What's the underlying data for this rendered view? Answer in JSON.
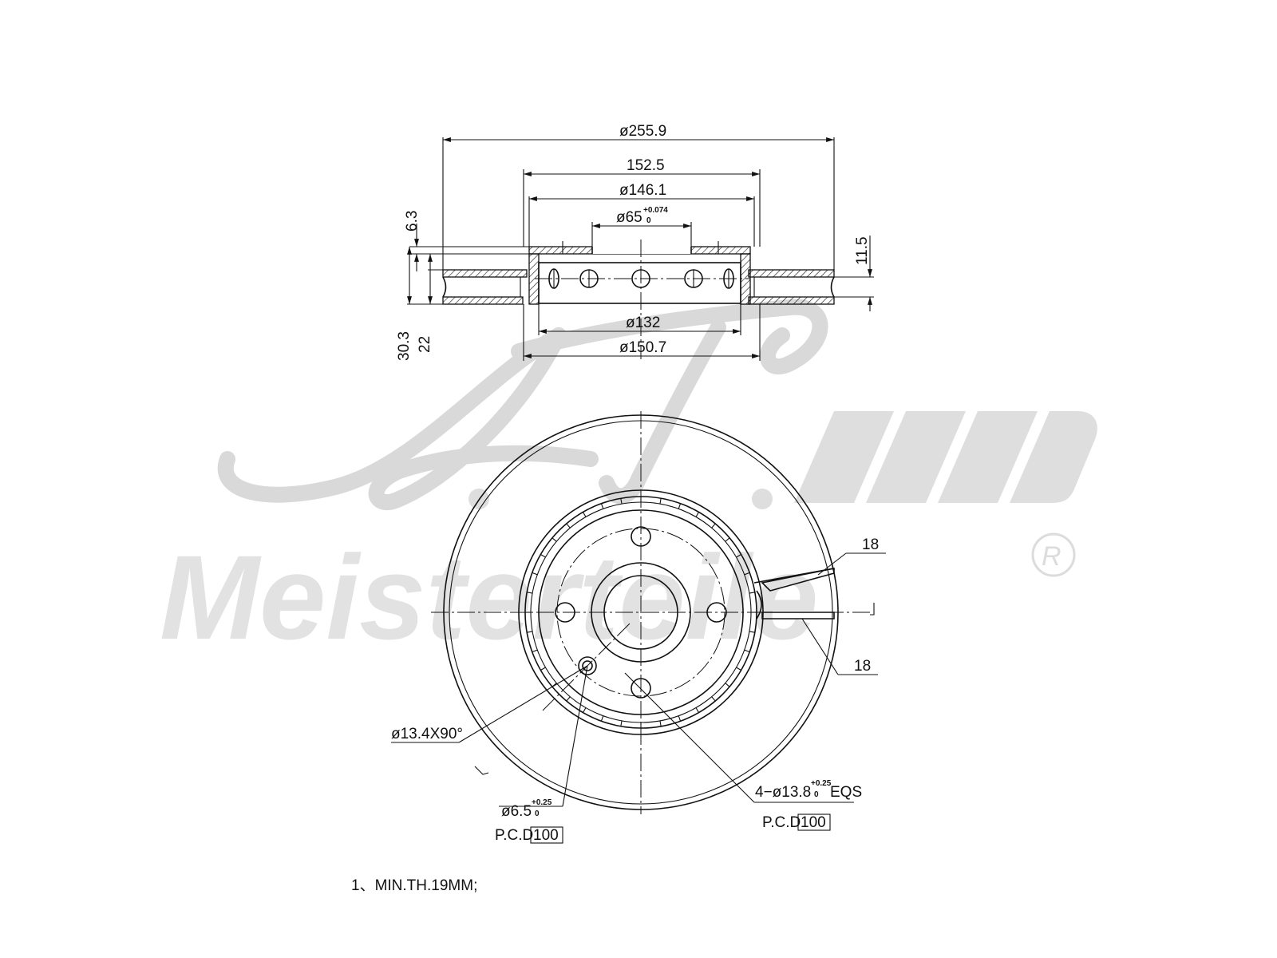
{
  "watermark": {
    "brand": "Meisterteile",
    "registered_mark": "R"
  },
  "section_view": {
    "dim_outer_diameter": "ø255.9",
    "dim_hat_width": "152.5",
    "dim_hat_inner": "ø146.1",
    "dim_bore": "ø65",
    "dim_bore_tol_upper": "+0.074",
    "dim_bore_tol_lower": "0",
    "dim_vent_width": "11.5",
    "dim_hat_depth": "6.3",
    "dim_total_height": "30.3",
    "dim_disc_thickness": "22",
    "dim_inner_132": "ø132",
    "dim_inner_150": "ø150.7"
  },
  "plan_view": {
    "dim_groove_top": "18",
    "dim_groove_bottom": "18",
    "countersink": "ø13.4X90°",
    "pin_hole": "ø6.5",
    "pin_hole_tol_upper": "+0.25",
    "pin_hole_tol_lower": "0",
    "pin_pcd_label": "P.C.D",
    "pin_pcd_value": "100",
    "bolt_holes": "4−ø13.8",
    "bolt_holes_tol_upper": "+0.25",
    "bolt_holes_tol_lower": "0",
    "bolt_holes_suffix": "EQS",
    "bolt_pcd_label": "P.C.D",
    "bolt_pcd_value": "100"
  },
  "notes": {
    "note_1": "1、MIN.TH.19MM;"
  }
}
